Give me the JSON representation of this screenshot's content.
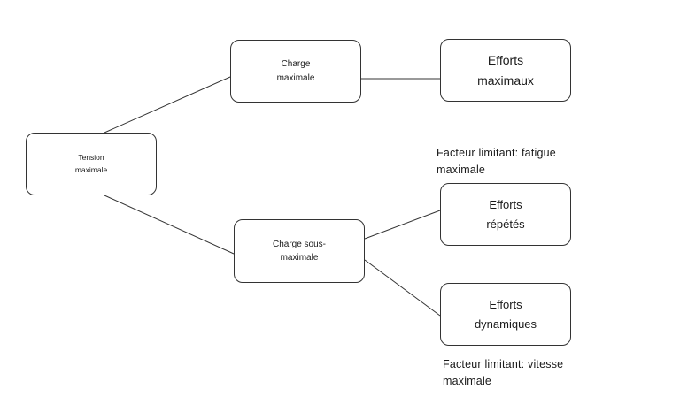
{
  "nodes": {
    "tension": {
      "line1": "Tension",
      "line2": "maximale"
    },
    "charge_max": {
      "line1": "Charge",
      "line2": "maximale"
    },
    "charge_sous": {
      "line1": "Charge sous-",
      "line2": "maximale"
    },
    "efforts_max": {
      "line1": "Efforts",
      "line2": "maximaux"
    },
    "efforts_rep": {
      "line1": "Efforts",
      "line2": "répétés"
    },
    "efforts_dyn": {
      "line1": "Efforts",
      "line2": "dynamiques"
    }
  },
  "notes": {
    "fatigue": {
      "line1": "Facteur limitant: fatigue",
      "line2": "maximale"
    },
    "vitesse": {
      "line1": "Facteur limitant: vitesse",
      "line2": "maximale"
    }
  },
  "colors": {
    "line": "#333333",
    "border": "#333333",
    "background": "#ffffff"
  }
}
